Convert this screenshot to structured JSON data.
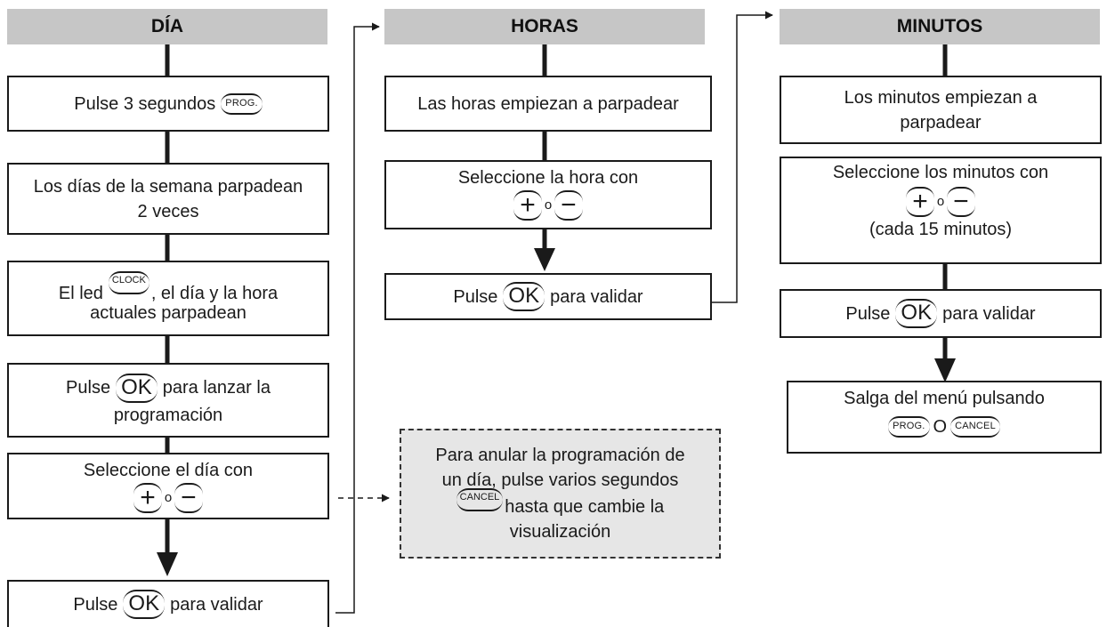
{
  "headers": {
    "dia": "DÍA",
    "horas": "HORAS",
    "minutos": "MINUTOS"
  },
  "icons": {
    "ok": "OK",
    "prog": "PROG.",
    "clock": "CLOCK",
    "cancel": "CANCEL",
    "plus": "+",
    "minus": "−"
  },
  "connectors": {
    "o": "o",
    "o_upper": "O"
  },
  "dia": {
    "step1": {
      "text": "Pulse 3 segundos"
    },
    "step2": {
      "line1": "Los días de la semana parpadean",
      "line2": "2 veces"
    },
    "step3": {
      "pre": "El led",
      "post": ", el día y la hora",
      "line2": "actuales parpadean"
    },
    "step4": {
      "pre": "Pulse",
      "post": "para lanzar la",
      "line2": "programación"
    },
    "step5": {
      "text": "Seleccione el día con"
    },
    "step6": {
      "pre": "Pulse",
      "post": "para validar"
    }
  },
  "note": {
    "line1": "Para anular la programación de",
    "line2": "un día, pulse varios segundos",
    "post": "hasta que cambie la",
    "line4": "visualización"
  },
  "horas": {
    "step1": {
      "text": "Las horas empiezan a parpadear"
    },
    "step2": {
      "text": "Seleccione la hora con"
    },
    "step3": {
      "pre": "Pulse",
      "post": "para validar"
    }
  },
  "minutos": {
    "step1": {
      "line1": "Los minutos empiezan a",
      "line2": "parpadear"
    },
    "step2": {
      "text": "Seleccione los minutos con",
      "sub": "(cada 15 minutos)"
    },
    "step3": {
      "pre": "Pulse",
      "post": "para validar"
    },
    "step4": {
      "text": "Salga del menú pulsando"
    }
  }
}
